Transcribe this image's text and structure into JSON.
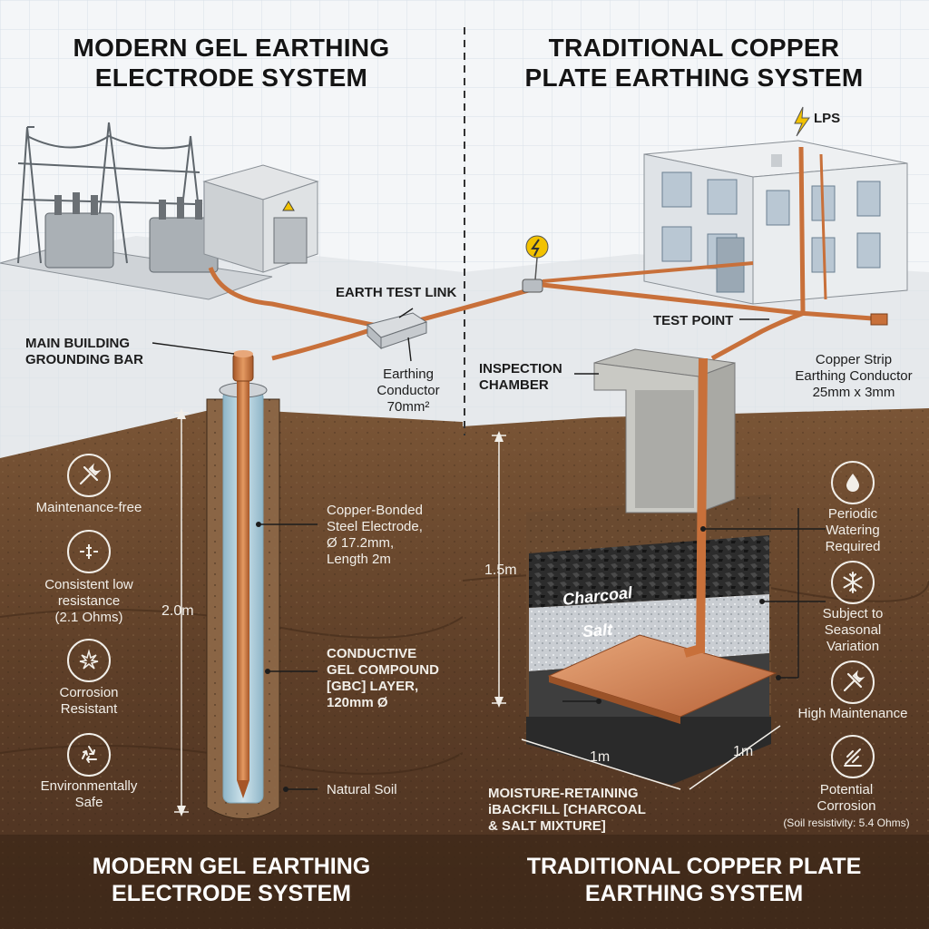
{
  "left_panel": {
    "title_line1": "MODERN GEL EARTHING",
    "title_line2": "ELECTRODE SYSTEM",
    "footer_line1": "MODERN GEL EARTHING",
    "footer_line2": "ELECTRODE SYSTEM",
    "labels": {
      "earth_test_link": "EARTH TEST LINK",
      "grounding_bar_1": "MAIN BUILDING",
      "grounding_bar_2": "GROUNDING BAR",
      "conductor_1": "Earthing",
      "conductor_2": "Conductor",
      "conductor_3": "70mm²",
      "electrode_1": "Copper-Bonded",
      "electrode_2": "Steel Electrode,",
      "electrode_3": "Ø 17.2mm,",
      "electrode_4": "Length 2m",
      "gel_1": "CONDUCTIVE",
      "gel_2": "GEL COMPOUND",
      "gel_3": "[GBC] LAYER,",
      "gel_4": "120mm Ø",
      "soil": "Natural Soil",
      "depth": "2.0m"
    },
    "features": [
      {
        "icon": "tools-icon",
        "lines": [
          "Maintenance-free"
        ]
      },
      {
        "icon": "resistance-icon",
        "lines": [
          "Consistent low",
          "resistance",
          "(2.1 Ohms)"
        ]
      },
      {
        "icon": "shield-icon",
        "lines": [
          "Corrosion",
          "Resistant"
        ]
      },
      {
        "icon": "recycle-icon",
        "lines": [
          "Environmentally",
          "Safe"
        ]
      }
    ]
  },
  "right_panel": {
    "title_line1": "TRADITIONAL COPPER",
    "title_line2": "PLATE EARTHING SYSTEM",
    "footer_line1": "TRADITIONAL COPPER PLATE",
    "footer_line2": "EARTHING SYSTEM",
    "labels": {
      "lps": "LPS",
      "test_point": "TEST POINT",
      "inspection_1": "INSPECTION",
      "inspection_2": "CHAMBER",
      "strip_1": "Copper Strip",
      "strip_2": "Earthing Conductor",
      "strip_3": "25mm x 3mm",
      "charcoal": "Charcoal",
      "salt": "Salt",
      "depth": "1.5m",
      "width_a": "1m",
      "width_b": "1m",
      "backfill_1": "MOISTURE-RETAINING",
      "backfill_2": "iBACKFILL  [CHARCOAL",
      "backfill_3": "& SALT MIXTURE]"
    },
    "features": [
      {
        "icon": "water-drop-icon",
        "lines": [
          "Periodic",
          "Watering",
          "Required"
        ]
      },
      {
        "icon": "snowflake-icon",
        "lines": [
          "Subject to",
          "Seasonal",
          "Variation"
        ]
      },
      {
        "icon": "tools-icon",
        "lines": [
          "High Maintenance"
        ]
      },
      {
        "icon": "corrosion-icon",
        "lines": [
          "Potential",
          "Corrosion",
          "(Soil resistivity: 5.4 Ohms)"
        ]
      }
    ]
  },
  "colors": {
    "copper": "#c8703a",
    "soil_dark": "#4a3020",
    "soil_mid": "#6b4a2e",
    "concrete": "#c9c9c4",
    "gel": "#a9c9d8"
  }
}
